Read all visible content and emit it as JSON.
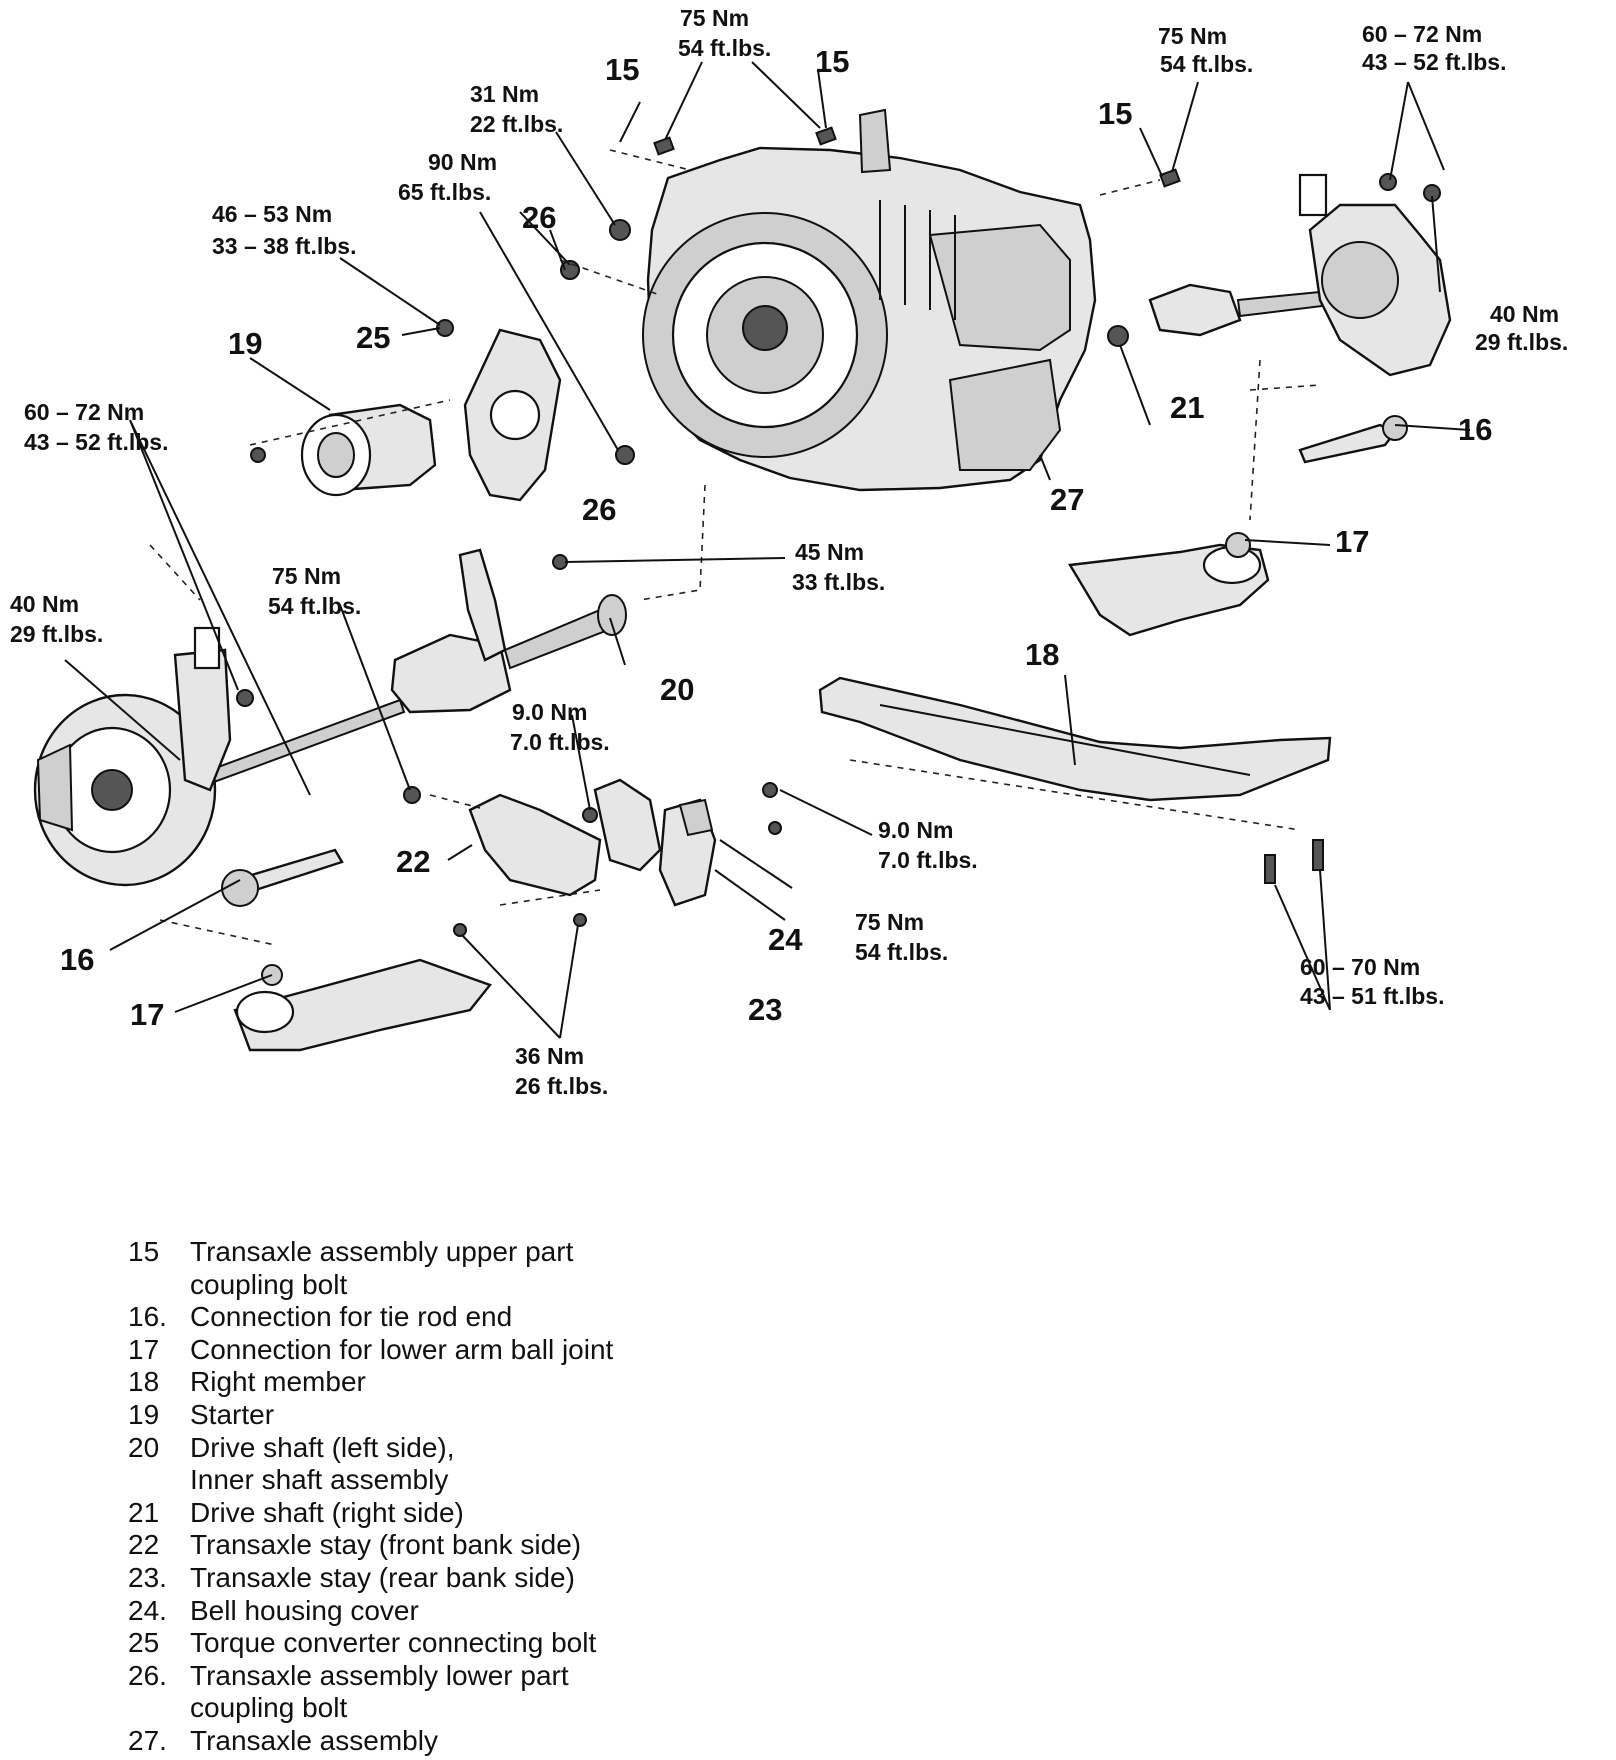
{
  "callouts": {
    "c15a": "15",
    "c15b": "15",
    "c15c": "15",
    "c16a": "16",
    "c16b": "16",
    "c17a": "17",
    "c17b": "17",
    "c18": "18",
    "c19": "19",
    "c20": "20",
    "c21": "21",
    "c22": "22",
    "c23": "23",
    "c24": "24",
    "c25": "25",
    "c26a": "26",
    "c26b": "26",
    "c27": "27"
  },
  "torques": {
    "t1": {
      "nm": "75 Nm",
      "ft": "54 ft.lbs."
    },
    "t2": {
      "nm": "31 Nm",
      "ft": "22 ft.lbs."
    },
    "t3": {
      "nm": "90 Nm",
      "ft": "65 ft.lbs."
    },
    "t4": {
      "nm": "46 – 53 Nm",
      "ft": "33 – 38 ft.lbs."
    },
    "t5": {
      "nm": "75 Nm",
      "ft": "54 ft.lbs."
    },
    "t6": {
      "nm": "60 – 72 Nm",
      "ft": "43 – 52 ft.lbs."
    },
    "t7": {
      "nm": "40 Nm",
      "ft": "29 ft.lbs."
    },
    "t8": {
      "nm": "60 – 72 Nm",
      "ft": "43 – 52 ft.lbs."
    },
    "t9": {
      "nm": "45 Nm",
      "ft": "33 ft.lbs."
    },
    "t10": {
      "nm": "75 Nm",
      "ft": "54 ft.lbs."
    },
    "t11": {
      "nm": "40 Nm",
      "ft": "29 ft.lbs."
    },
    "t12": {
      "nm": "9.0 Nm",
      "ft": "7.0 ft.lbs."
    },
    "t13": {
      "nm": "9.0 Nm",
      "ft": "7.0 ft.lbs."
    },
    "t14": {
      "nm": "75 Nm",
      "ft": "54 ft.lbs."
    },
    "t15": {
      "nm": "36 Nm",
      "ft": "26 ft.lbs."
    },
    "t16": {
      "nm": "60 – 70 Nm",
      "ft": "43 – 51 ft.lbs."
    }
  },
  "legend": [
    {
      "num": "15",
      "lines": [
        "Transaxle assembly upper part",
        "coupling bolt"
      ]
    },
    {
      "num": "16.",
      "lines": [
        "Connection for tie rod end"
      ]
    },
    {
      "num": "17",
      "lines": [
        "Connection for lower arm ball joint"
      ]
    },
    {
      "num": "18",
      "lines": [
        "Right member"
      ]
    },
    {
      "num": "19",
      "lines": [
        "Starter"
      ]
    },
    {
      "num": "20",
      "lines": [
        "Drive shaft (left side),",
        "Inner shaft assembly"
      ]
    },
    {
      "num": "21",
      "lines": [
        "Drive shaft (right side)"
      ]
    },
    {
      "num": "22",
      "lines": [
        "Transaxle stay (front bank side)"
      ]
    },
    {
      "num": "23.",
      "lines": [
        "Transaxle stay (rear bank side)"
      ]
    },
    {
      "num": "24.",
      "lines": [
        "Bell housing cover"
      ]
    },
    {
      "num": "25",
      "lines": [
        "Torque converter connecting bolt"
      ]
    },
    {
      "num": "26.",
      "lines": [
        "Transaxle assembly lower part",
        "coupling bolt"
      ]
    },
    {
      "num": "27.",
      "lines": [
        "Transaxle assembly"
      ]
    }
  ]
}
